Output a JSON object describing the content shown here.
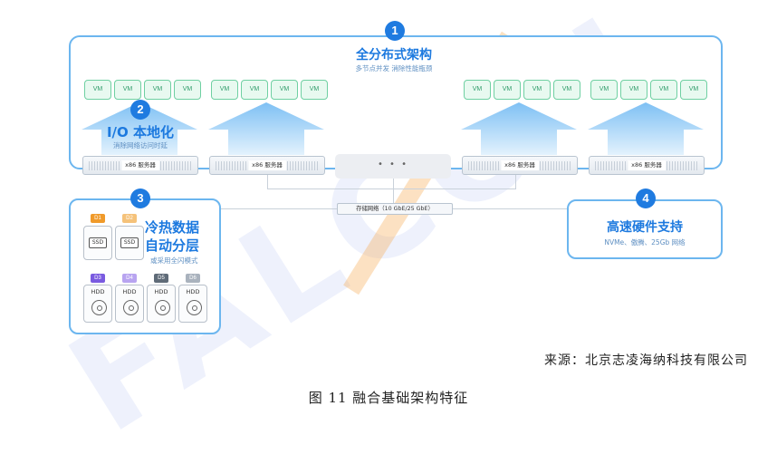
{
  "watermark": "FALCON",
  "arch": {
    "badge": "1",
    "title": "全分布式架构",
    "subtitle": "多节点并发 消除性能瓶颈"
  },
  "io": {
    "badge": "2",
    "title": "I/O 本地化",
    "subtitle": "消除网络访问时延"
  },
  "tiering": {
    "badge": "3",
    "title_line1": "冷热数据",
    "title_line2": "自动分层",
    "subtitle": "或采用全闪模式",
    "ssd_disks": [
      {
        "tag": "D1",
        "tag_color": "#f09a2a",
        "label": "SSD"
      },
      {
        "tag": "D2",
        "tag_color": "#f5c27a",
        "label": "SSD"
      }
    ],
    "hdd_disks": [
      {
        "tag": "D3",
        "tag_color": "#7a5be0",
        "label": "HDD"
      },
      {
        "tag": "D4",
        "tag_color": "#b8a4f0",
        "label": "HDD"
      },
      {
        "tag": "D5",
        "tag_color": "#5f6b78",
        "label": "HDD"
      },
      {
        "tag": "D6",
        "tag_color": "#a9b2bd",
        "label": "HDD"
      }
    ]
  },
  "hardware": {
    "badge": "4",
    "title": "高速硬件支持",
    "subtitle": "NVMe、傲腾、25Gb 网络"
  },
  "vm_label": "VM",
  "server_label": "x86 服务器",
  "dots": "• • •",
  "network_label": "存储网络（10 GbE/25 GbE）",
  "caption_source": "来源：北京志凌海纳科技有限公司",
  "caption_figure": "图 11 融合基础架构特征"
}
